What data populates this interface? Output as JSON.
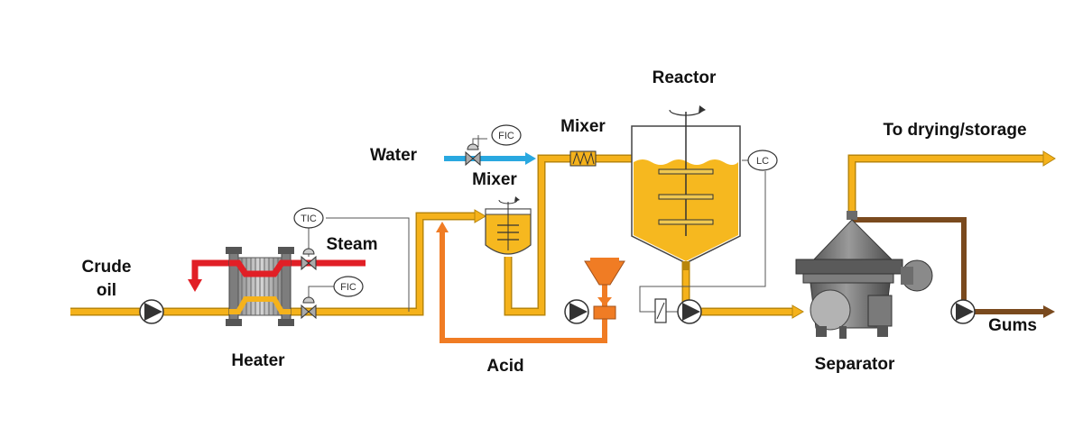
{
  "labels": {
    "crude_oil_line1": "Crude",
    "crude_oil_line2": "oil",
    "heater": "Heater",
    "steam": "Steam",
    "water": "Water",
    "mixer_small": "Mixer",
    "mixer_inline": "Mixer",
    "acid": "Acid",
    "reactor": "Reactor",
    "to_drying": "To drying/storage",
    "separator": "Separator",
    "gums": "Gums"
  },
  "instruments": {
    "tic": "TIC",
    "fic_heater": "FIC",
    "fic_water": "FIC",
    "lc": "LC"
  },
  "colors": {
    "oil_line": "#f5b21b",
    "oil_line_edge": "#b8860b",
    "steam_line": "#e11f26",
    "water_line": "#29a8e0",
    "acid_line": "#f07c24",
    "gums_line": "#7a4a1e",
    "equipment_grey": "#6b6b6b",
    "liquid": "#f6b81f"
  }
}
